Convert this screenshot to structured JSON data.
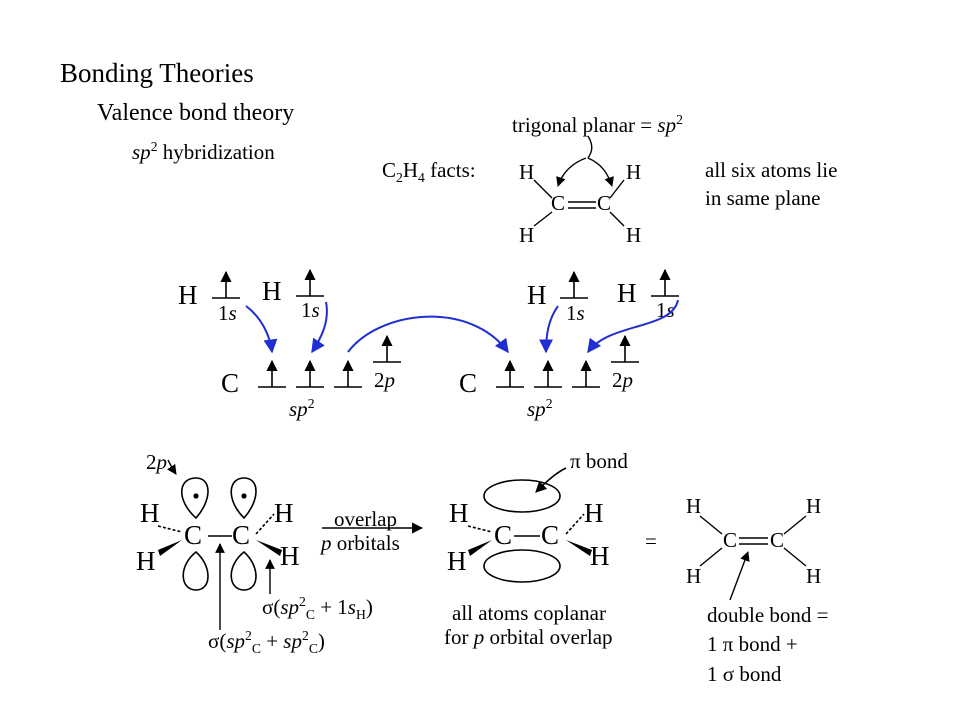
{
  "slide": {
    "title": "Bonding Theories",
    "subtitle": "Valence bond theory",
    "hybridization": {
      "sp": "sp",
      "sup": "2",
      "rest": " hybridization"
    }
  },
  "facts": {
    "label_c": "C",
    "label_sub2": "2",
    "label_h": "H",
    "label_sub4": "4",
    "label_rest": " facts:",
    "trigonal": {
      "text": "trigonal planar = ",
      "sp": "sp",
      "sup": "2"
    },
    "coplanar_line1": "all six atoms lie",
    "coplanar_line2": "in same plane"
  },
  "atoms": {
    "h": "H",
    "c": "C"
  },
  "orbitals": {
    "one_s_num": "1",
    "one_s_letter": "s",
    "two_p_num": "2",
    "two_p_letter": "p",
    "sp2_base": "sp",
    "sp2_sup": "2"
  },
  "bottom": {
    "overlap_line1": "overlap",
    "overlap_p": "p",
    "overlap_rest": " orbitals",
    "pi_symbol": "π",
    "pi_bond": " bond",
    "equals": "=",
    "sigma_ch": {
      "open": "σ(",
      "sp": "sp",
      "sup": "2",
      "sub": "C",
      "plus": " + 1",
      "s": "s",
      "h": "H",
      "close": ")"
    },
    "sigma_cc": {
      "open": "σ(",
      "sp1": "sp",
      "sup1": "2",
      "sub1": "C",
      "plus": " + ",
      "sp2": "sp",
      "sup2": "2",
      "sub2": "C",
      "close": ")"
    },
    "coplanar_line1": "all atoms coplanar",
    "coplanar_for": "for ",
    "coplanar_p": "p",
    "coplanar_rest": " orbital overlap",
    "double_bond_line1": "double bond =",
    "double_bond_line2": "1 π bond +",
    "double_bond_line3": "1 σ bond"
  }
}
